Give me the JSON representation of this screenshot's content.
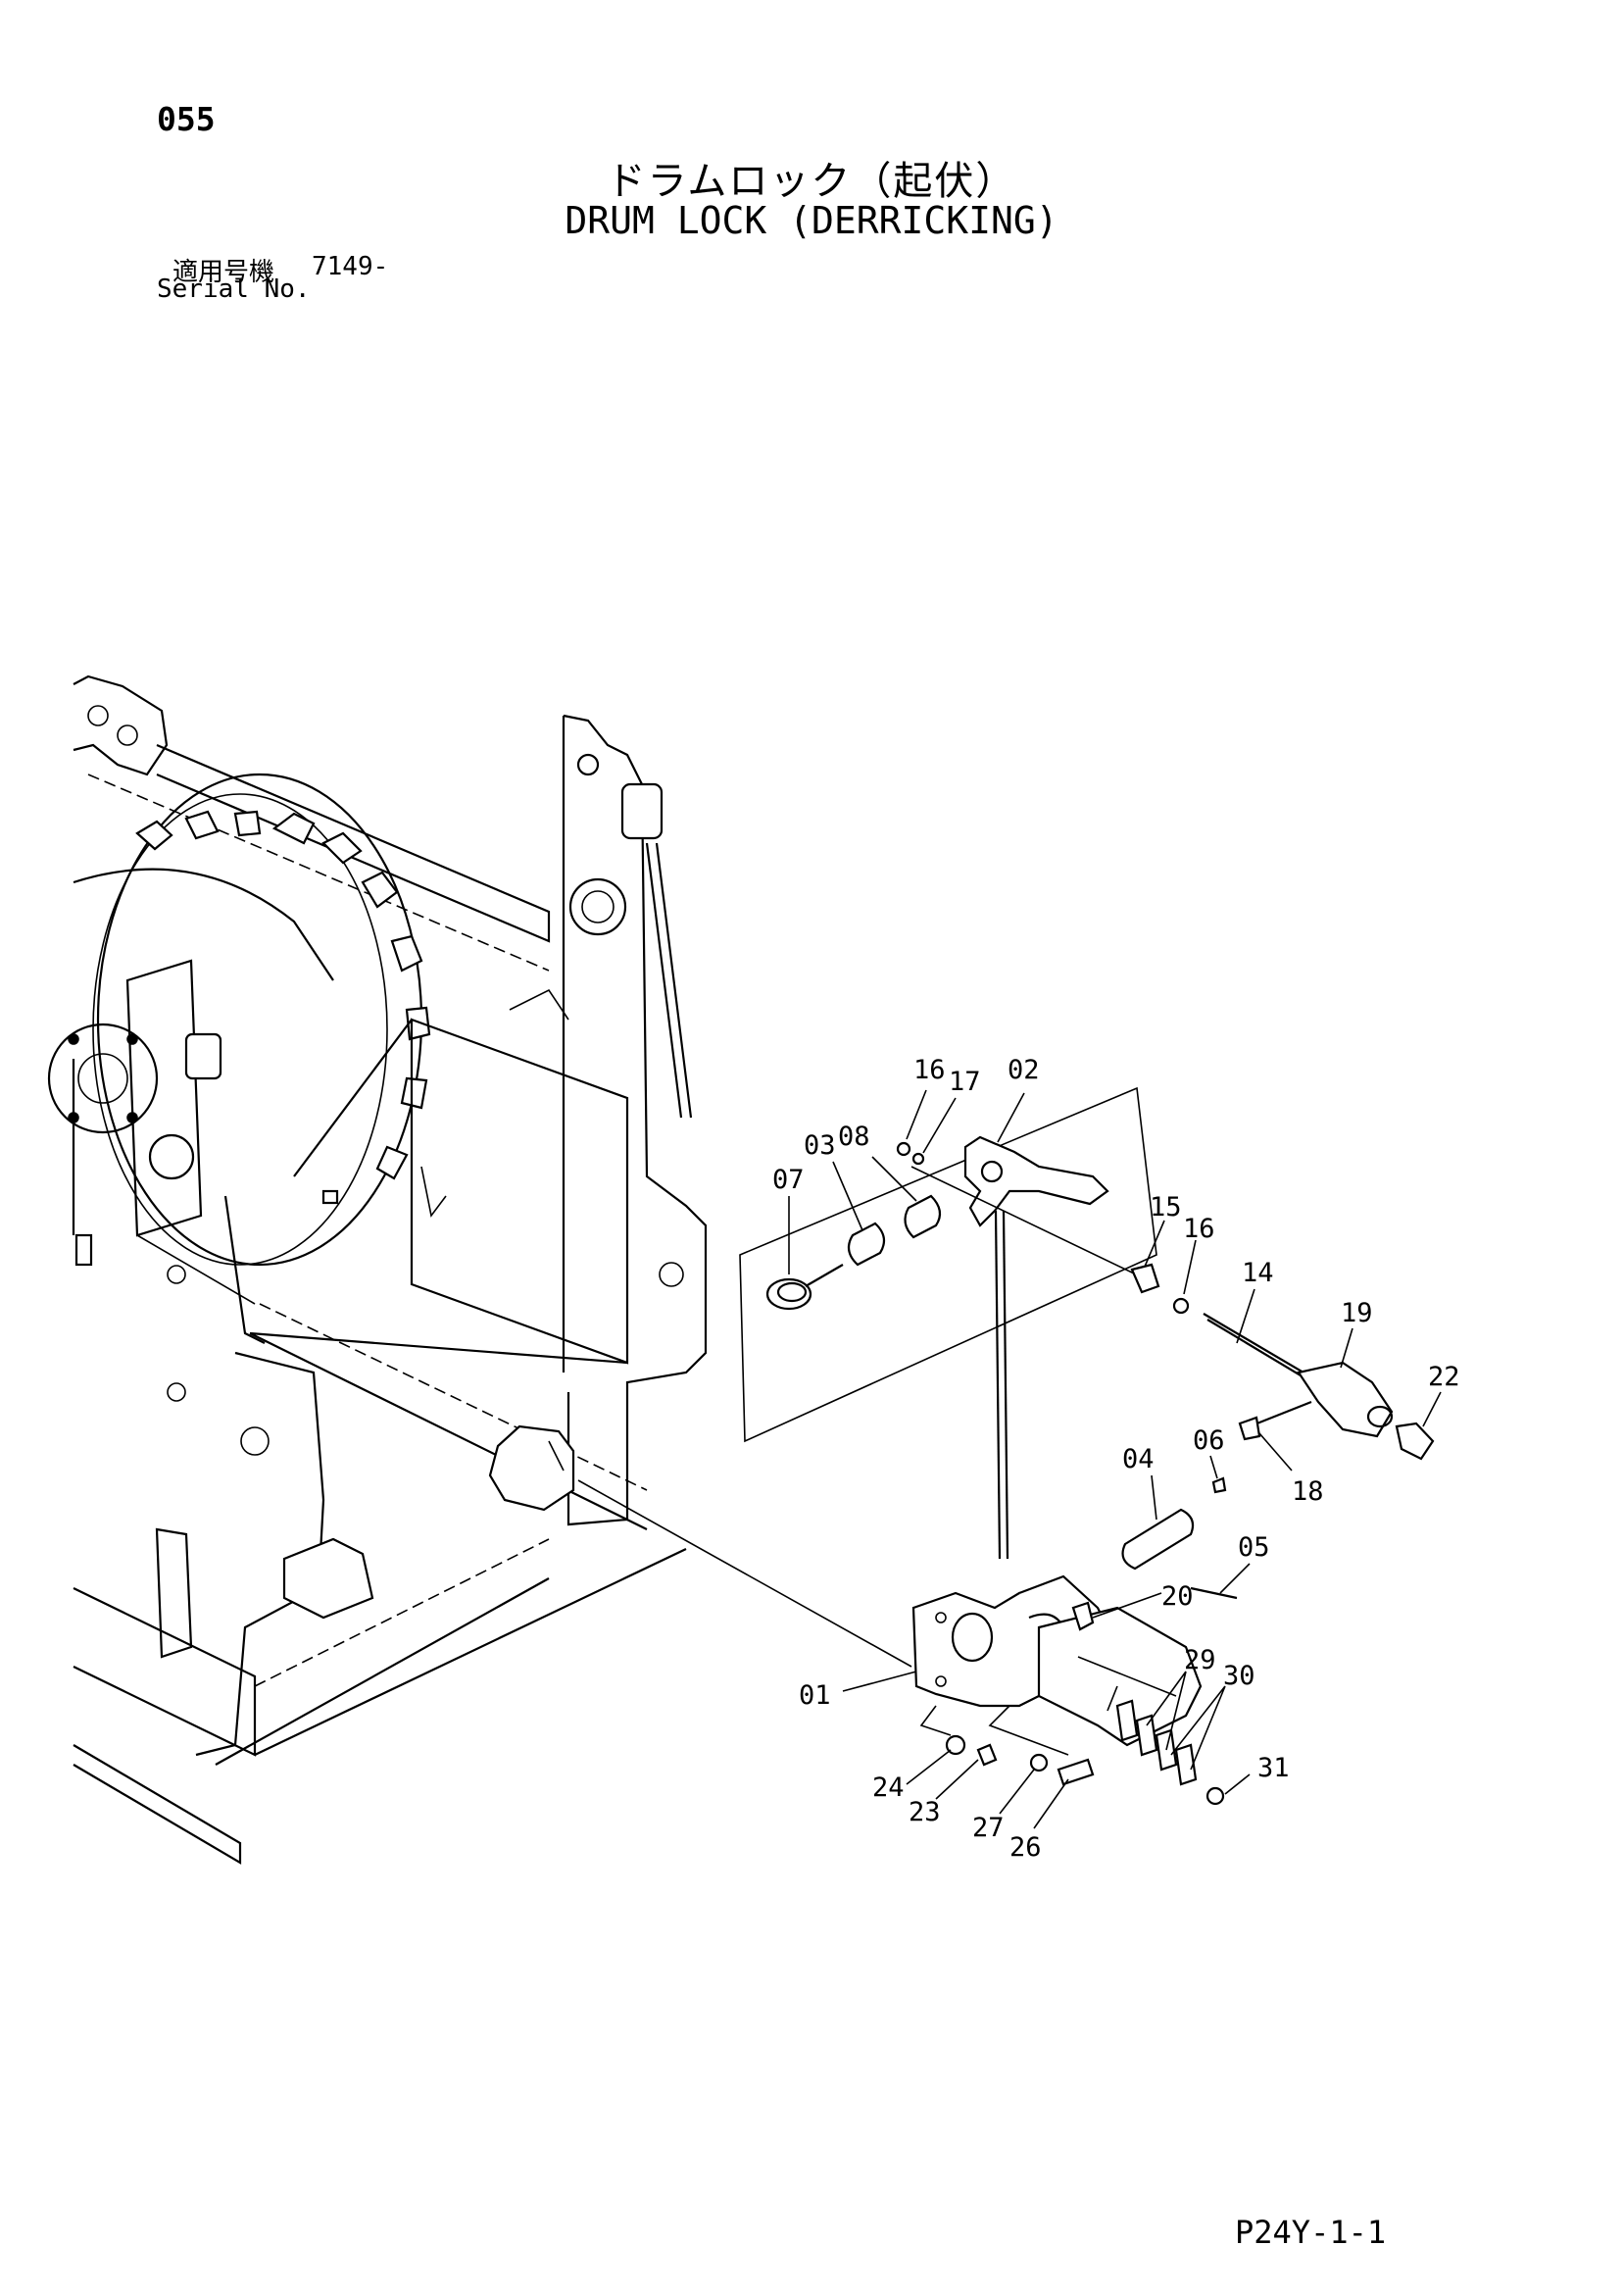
{
  "header": {
    "page_number": "055",
    "title_jp": "ドラムロック（起伏）",
    "title_en": "DRUM LOCK (DERRICKING)",
    "serial_label_jp": "適用号機",
    "serial_value": "7149-",
    "serial_label_en": "Serial No."
  },
  "footer": {
    "drawing_code": "P24Y-1-1"
  },
  "callouts": {
    "c16a": "16",
    "c17": "17",
    "c02": "02",
    "c03": "03",
    "c08": "08",
    "c07": "07",
    "c15": "15",
    "c16b": "16",
    "c14": "14",
    "c19": "19",
    "c22": "22",
    "c06": "06",
    "c04": "04",
    "c18": "18",
    "c05": "05",
    "c20": "20",
    "c01": "01",
    "c29": "29",
    "c30": "30",
    "c24": "24",
    "c23": "23",
    "c27": "27",
    "c26": "26",
    "c31": "31"
  }
}
